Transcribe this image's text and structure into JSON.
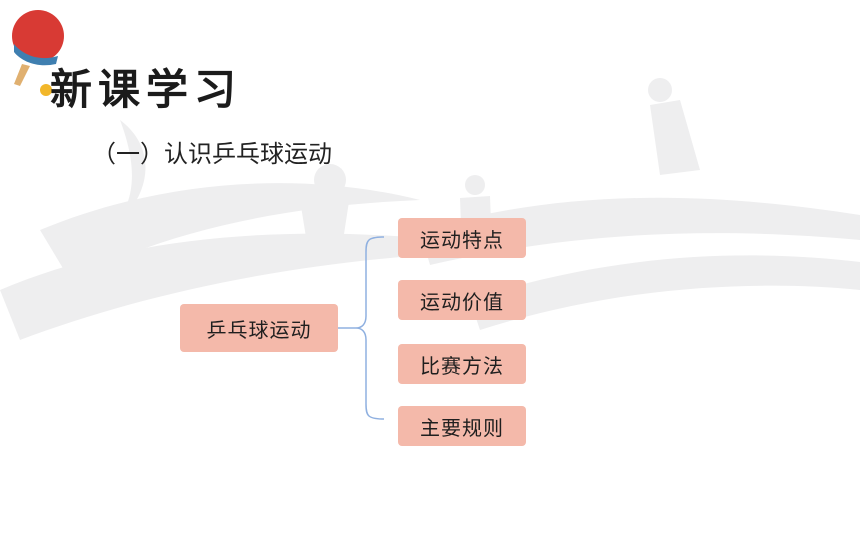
{
  "header": {
    "title": "新课学习"
  },
  "section": {
    "subtitle": "（一）认识乒乓球运动"
  },
  "mindmap": {
    "root": "乒乓球运动",
    "children": [
      "运动特点",
      "运动价值",
      "比赛方法",
      "主要规则"
    ]
  },
  "colors": {
    "node_fill": "#f4b9aa",
    "connector": "#8fb0e0",
    "paddle_red": "#d83a34",
    "paddle_blue": "#3f7fb0",
    "ball": "#f2b72a"
  },
  "icons": {
    "logo": "ping-pong-paddle-icon"
  }
}
